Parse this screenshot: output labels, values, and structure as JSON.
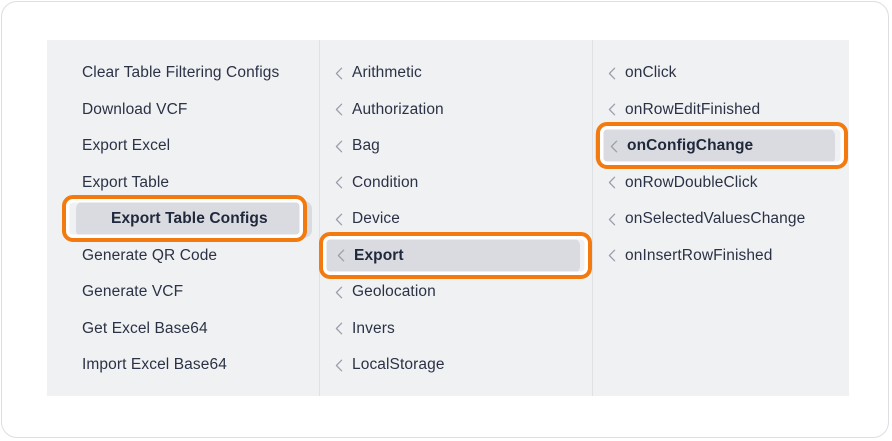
{
  "theme": {
    "panel_background": "#f0f1f3",
    "card_background": "#ffffff",
    "card_border": "#dcdee3",
    "divider": "#dfe1e5",
    "text": "#2b3245",
    "selected_background": "#d9dbe0",
    "highlight_ring": "#f37a0e",
    "chevron": "#9aa0ad"
  },
  "menu": {
    "columns": [
      {
        "id": "commands",
        "name": "commands-column",
        "has_chevrons": false,
        "items": [
          {
            "label": "Clear Table Filtering Configs",
            "selected": false
          },
          {
            "label": "Download VCF",
            "selected": false
          },
          {
            "label": "Export Excel",
            "selected": false
          },
          {
            "label": "Export Table",
            "selected": false
          },
          {
            "label": "Export Table Configs",
            "selected": true,
            "highlighted": true
          },
          {
            "label": "Generate QR Code",
            "selected": false
          },
          {
            "label": "Generate VCF",
            "selected": false
          },
          {
            "label": "Get Excel Base64",
            "selected": false
          },
          {
            "label": "Import Excel Base64",
            "selected": false
          }
        ]
      },
      {
        "id": "modules",
        "name": "modules-column",
        "has_chevrons": true,
        "items": [
          {
            "label": "Arithmetic",
            "selected": false
          },
          {
            "label": "Authorization",
            "selected": false
          },
          {
            "label": "Bag",
            "selected": false
          },
          {
            "label": "Condition",
            "selected": false
          },
          {
            "label": "Device",
            "selected": false
          },
          {
            "label": "Export",
            "selected": true,
            "highlighted": true
          },
          {
            "label": "Geolocation",
            "selected": false
          },
          {
            "label": "Invers",
            "selected": false
          },
          {
            "label": "LocalStorage",
            "selected": false
          }
        ]
      },
      {
        "id": "events",
        "name": "events-column",
        "has_chevrons": true,
        "items": [
          {
            "label": "onClick",
            "selected": false
          },
          {
            "label": "onRowEditFinished",
            "selected": false
          },
          {
            "label": "onConfigChange",
            "selected": true,
            "highlighted": true
          },
          {
            "label": "onRowDoubleClick",
            "selected": false
          },
          {
            "label": "onSelectedValuesChange",
            "selected": false
          },
          {
            "label": "onInsertRowFinished",
            "selected": false
          }
        ]
      }
    ]
  },
  "icons": {
    "chevron_left": "chevron-left-icon"
  }
}
